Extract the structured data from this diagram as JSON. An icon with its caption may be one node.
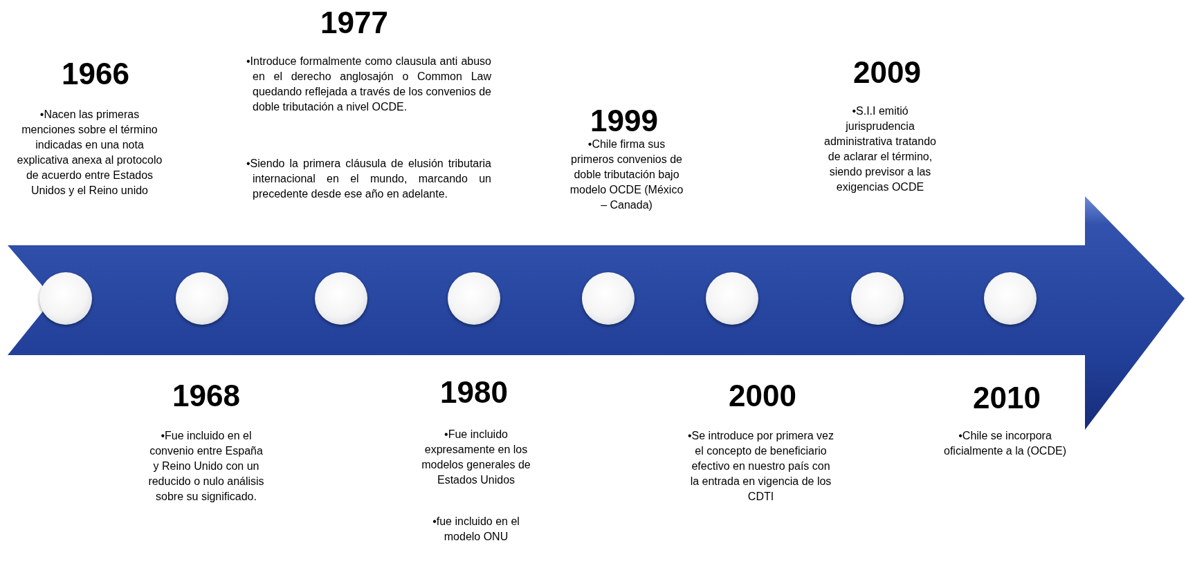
{
  "diagram": {
    "nodes": [
      {
        "text": [],
        "shape": "arrow"
      },
      {
        "text": [],
        "shape": "circle",
        "in": 0
      },
      {
        "text": [],
        "shape": "circle",
        "in": 0
      },
      {
        "text": [],
        "shape": "circle",
        "in": 0
      },
      {
        "text": [],
        "shape": "circle",
        "in": 0
      },
      {
        "text": [],
        "shape": "circle",
        "in": 0
      },
      {
        "text": [],
        "shape": "circle",
        "in": 0
      },
      {
        "text": [],
        "shape": "circle",
        "in": 0
      },
      {
        "text": [],
        "shape": "circle",
        "in": 0
      }
    ],
    "labels": [
      "1966",
      "•Nacen las primeras menciones sobre el término indicadas en una nota explicativa anexa al protocolo de acuerdo entre Estados Unidos y el Reino unido",
      "1977",
      "•Introduce formalmente como clausula anti abuso en el derecho anglosajón o Common Law quedando reflejada a través de los convenios de doble tributación a nivel OCDE.",
      "•Siendo la primera cláusula de elusión tributaria internacional en el mundo, marcando un precedente desde ese año en adelante.",
      "1999",
      "•Chile firma sus primeros convenios de doble tributación bajo modelo OCDE (México – Canada)",
      "2009",
      "•S.I.I emitió jurisprudencia administrativa tratando de aclarar el término, siendo previsor a las exigencias OCDE",
      "1968",
      "•Fue incluido en el convenio entre España y Reino Unido con un reducido o nulo análisis sobre su significado.",
      "1980",
      "•Fue incluido expresamente en los modelos generales de Estados Unidos",
      "•fue incluido en el modelo ONU",
      "2000",
      "•Se introduce por primera vez el concepto de beneficiario efectivo en nuestro país con la entrada en vigencia de los CDTI",
      "2010",
      "•Chile se incorpora oficialmente a la (OCDE)"
    ]
  }
}
